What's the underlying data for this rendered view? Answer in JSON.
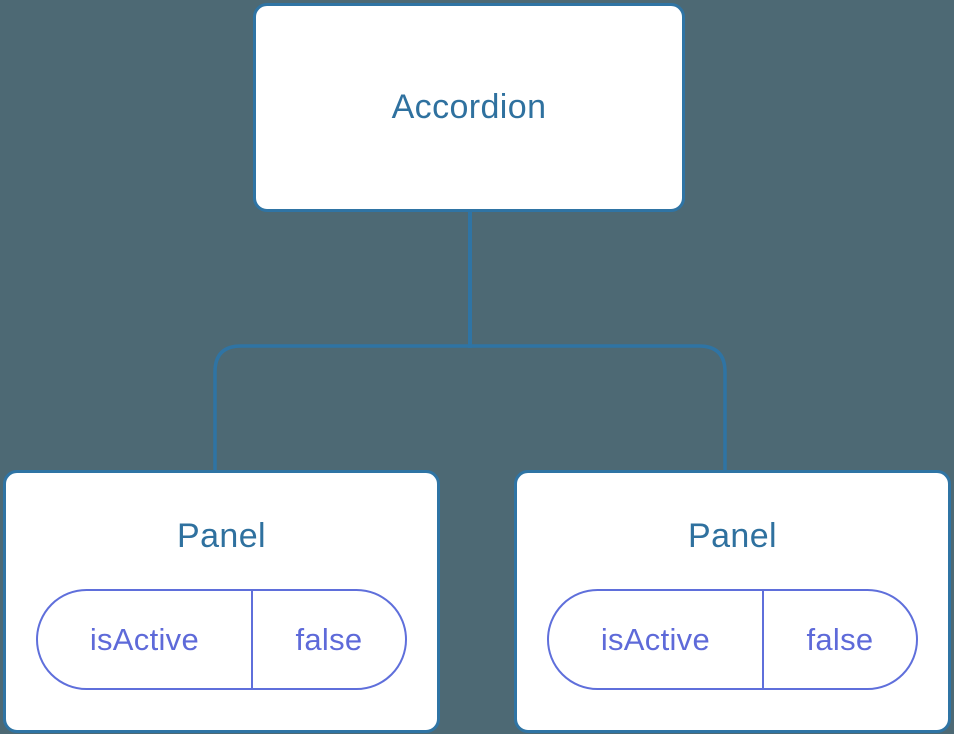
{
  "diagram": {
    "type": "component-tree",
    "root": {
      "label": "Accordion"
    },
    "children": [
      {
        "label": "Panel",
        "state": {
          "key": "isActive",
          "value": "false"
        }
      },
      {
        "label": "Panel",
        "state": {
          "key": "isActive",
          "value": "false"
        }
      }
    ]
  },
  "colors": {
    "background": "#4d6974",
    "node_fill": "#ffffff",
    "node_border": "#2f74a4",
    "node_text": "#2f719f",
    "connector": "#2f74a4",
    "state_accent": "#5f6fdb",
    "state_text": "#5e6ad9"
  }
}
